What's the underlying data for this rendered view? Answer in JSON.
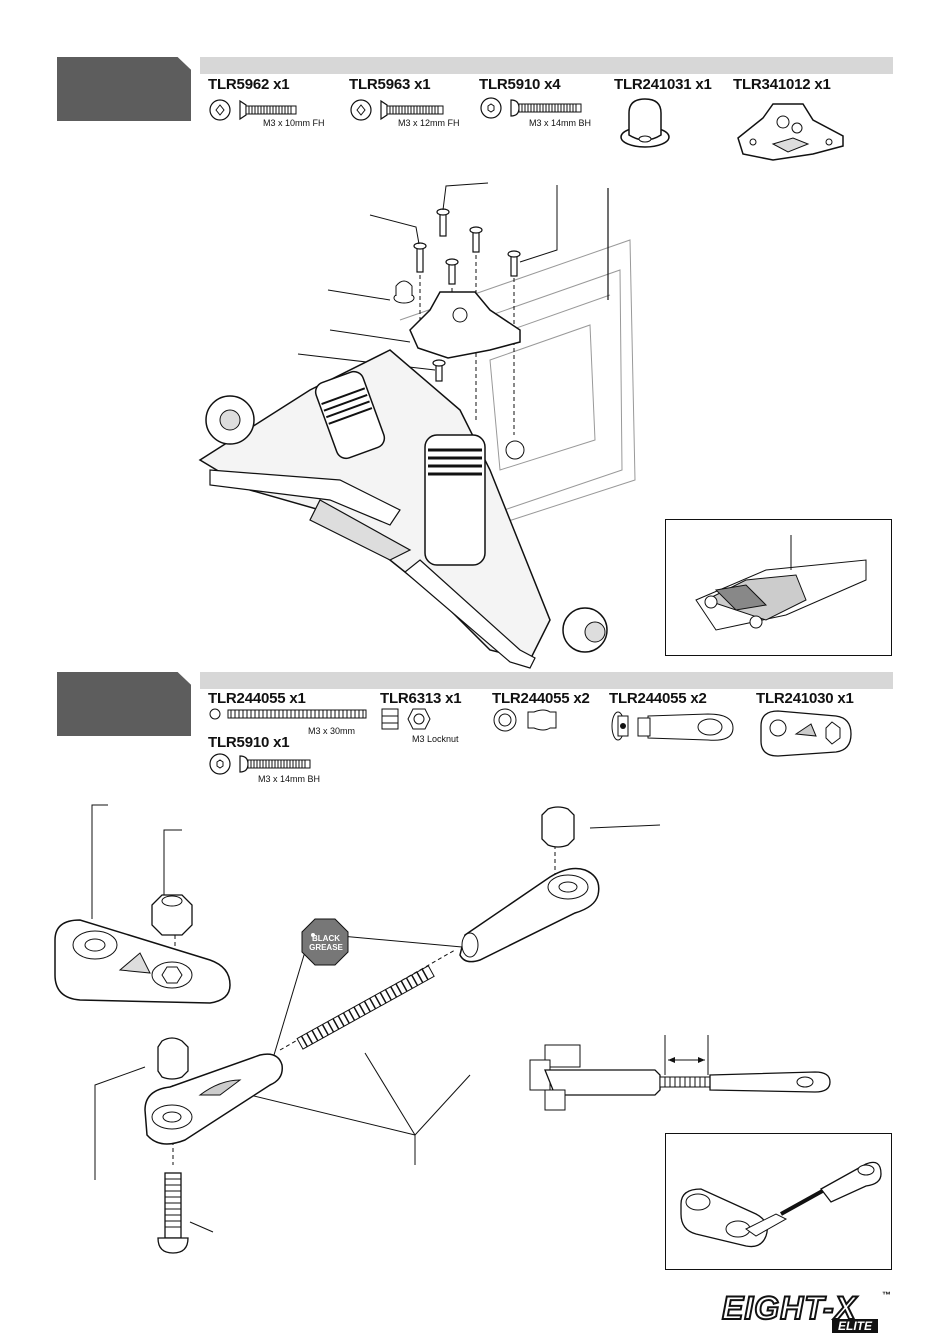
{
  "step1": {
    "parts": [
      {
        "label": "TLR5962 x1",
        "dim": "M3 x 10mm FH"
      },
      {
        "label": "TLR5963 x1",
        "dim": "M3 x 12mm FH"
      },
      {
        "label": "TLR5910 x4",
        "dim": "M3 x 14mm BH"
      },
      {
        "label": "TLR241031 x1"
      },
      {
        "label": "TLR341012 x1"
      }
    ]
  },
  "step2": {
    "parts": [
      {
        "label": "TLR244055 x1",
        "dim": "M3 x 30mm"
      },
      {
        "label": "TLR6313 x1",
        "dim": "M3 Locknut"
      },
      {
        "label": "TLR244055 x2"
      },
      {
        "label": "TLR244055 x2"
      },
      {
        "label": "TLR241030 x1"
      },
      {
        "label": "TLR5910 x1",
        "dim": "M3 x 14mm BH"
      }
    ],
    "grease_label": "BLACK GREASE"
  },
  "logo": {
    "main": "EIGHT-X",
    "sub": "ELITE",
    "tm": "™"
  },
  "icons": [
    "flat-head-screw-icon",
    "button-head-screw-icon",
    "locknut-icon",
    "pivot-ball-icon",
    "rod-end-icon",
    "servo-saver-arm-icon",
    "shock-tower-icon",
    "chassis-assembly-icon"
  ]
}
